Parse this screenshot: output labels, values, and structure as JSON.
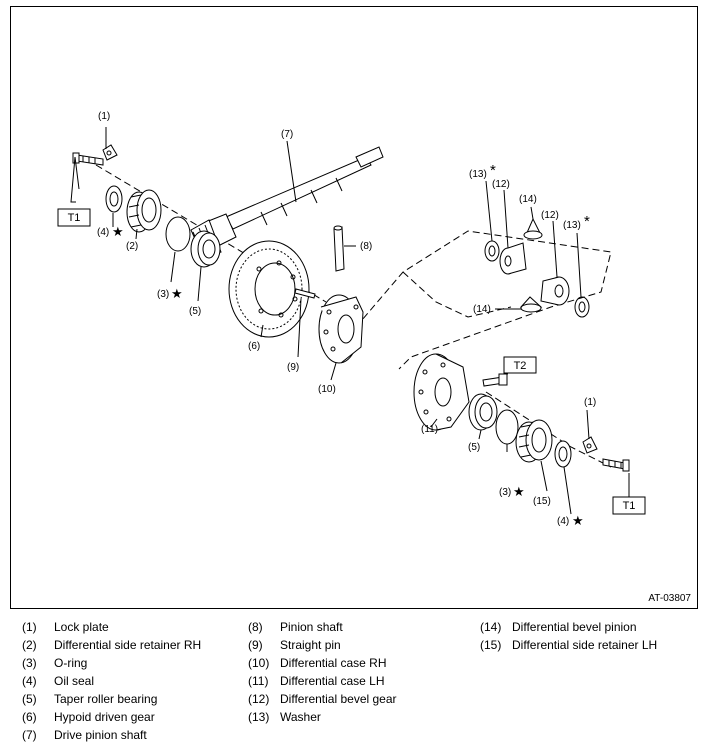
{
  "diagram": {
    "figure_id": "AT-03807",
    "callouts": [
      {
        "id": "c1a",
        "text": "(1)"
      },
      {
        "id": "c1b",
        "text": "(1)"
      },
      {
        "id": "c2",
        "text": "(2)"
      },
      {
        "id": "c3a",
        "text": "(3)"
      },
      {
        "id": "c3b",
        "text": "(3)"
      },
      {
        "id": "c4a",
        "text": "(4)"
      },
      {
        "id": "c4b",
        "text": "(4)"
      },
      {
        "id": "c5a",
        "text": "(5)"
      },
      {
        "id": "c5b",
        "text": "(5)"
      },
      {
        "id": "c6",
        "text": "(6)"
      },
      {
        "id": "c7",
        "text": "(7)"
      },
      {
        "id": "c8",
        "text": "(8)"
      },
      {
        "id": "c9",
        "text": "(9)"
      },
      {
        "id": "c10",
        "text": "(10)"
      },
      {
        "id": "c11",
        "text": "(11)"
      },
      {
        "id": "c12a",
        "text": "(12)"
      },
      {
        "id": "c12b",
        "text": "(12)"
      },
      {
        "id": "c13a",
        "text": "(13)"
      },
      {
        "id": "c13b",
        "text": "(13)"
      },
      {
        "id": "c14a",
        "text": "(14)"
      },
      {
        "id": "c14b",
        "text": "(14)"
      },
      {
        "id": "c15",
        "text": "(15)"
      }
    ],
    "torque_boxes": [
      {
        "id": "t1a",
        "text": "T1"
      },
      {
        "id": "t1b",
        "text": "T1"
      },
      {
        "id": "t2",
        "text": "T2"
      }
    ],
    "marks": {
      "star": "★",
      "asterisk": "*"
    }
  },
  "legend": [
    {
      "num": "(1)",
      "label": "Lock plate"
    },
    {
      "num": "(2)",
      "label": "Differential side retainer RH"
    },
    {
      "num": "(3)",
      "label": "O-ring"
    },
    {
      "num": "(4)",
      "label": "Oil seal"
    },
    {
      "num": "(5)",
      "label": "Taper roller bearing"
    },
    {
      "num": "(6)",
      "label": "Hypoid driven gear"
    },
    {
      "num": "(7)",
      "label": "Drive pinion shaft"
    },
    {
      "num": "(8)",
      "label": "Pinion shaft"
    },
    {
      "num": "(9)",
      "label": "Straight pin"
    },
    {
      "num": "(10)",
      "label": "Differential case RH"
    },
    {
      "num": "(11)",
      "label": "Differential case LH"
    },
    {
      "num": "(12)",
      "label": "Differential bevel gear"
    },
    {
      "num": "(13)",
      "label": "Washer"
    },
    {
      "num": "(14)",
      "label": "Differential bevel pinion"
    },
    {
      "num": "(15)",
      "label": "Differential side retainer LH"
    }
  ]
}
